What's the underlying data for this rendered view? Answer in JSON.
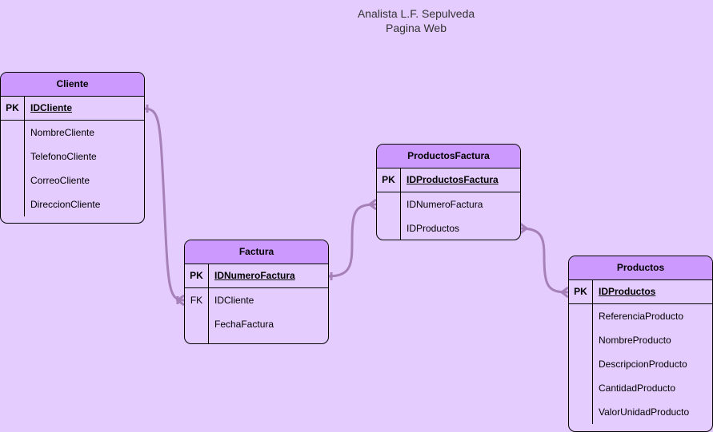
{
  "caption": {
    "line1": "Analista L.F. Sepulveda",
    "line2": "Pagina Web"
  },
  "colors": {
    "background": "#e5ccff",
    "header_fill": "#cc99ff",
    "connector": "#a680b8"
  },
  "entities": {
    "cliente": {
      "title": "Cliente",
      "pk_label": "PK",
      "pk_field": "IDCliente",
      "fields": [
        "NombreCliente",
        "TelefonoCliente",
        "CorreoCliente",
        "DireccionCliente"
      ]
    },
    "factura": {
      "title": "Factura",
      "pk_label": "PK",
      "pk_field": "IDNumeroFactura",
      "fk_label": "FK",
      "fields": [
        "IDCliente",
        "FechaFactura"
      ]
    },
    "productos_factura": {
      "title": "ProductosFactura",
      "pk_label": "PK",
      "pk_field": "IDProductosFactura",
      "fields": [
        "IDNumeroFactura",
        "IDProductos"
      ]
    },
    "productos": {
      "title": "Productos",
      "pk_label": "PK",
      "pk_field": "IDProductos",
      "fields": [
        "ReferenciaProducto",
        "NombreProducto",
        "DescripcionProducto",
        "CantidadProducto",
        "ValorUnidadProducto"
      ]
    }
  }
}
